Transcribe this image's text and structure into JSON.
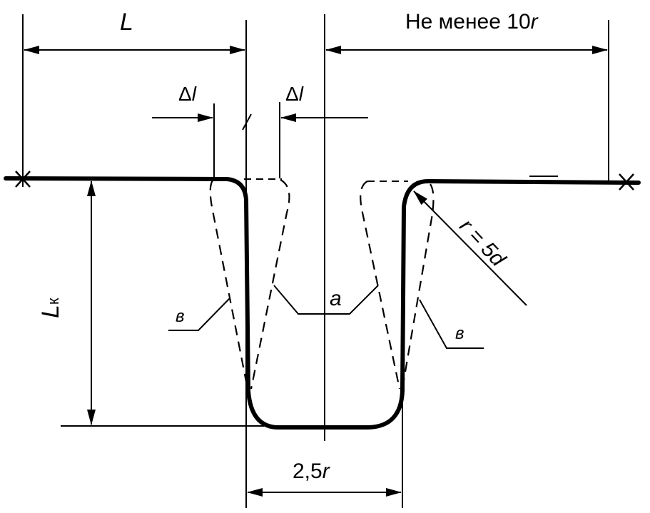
{
  "diagram": {
    "colors": {
      "ink": "#000000",
      "paper": "#ffffff"
    },
    "labels": {
      "length_l": "L",
      "min_length": "Не менее 10",
      "min_length_var": "r",
      "delta_prefix": "Δ",
      "delta_var": "l",
      "radius": "r = 5d",
      "loop_height": "L",
      "loop_height_sub": "к",
      "curve_a": "a",
      "curve_b": "в",
      "bottom_width": "2,5",
      "bottom_width_var": "r"
    }
  }
}
